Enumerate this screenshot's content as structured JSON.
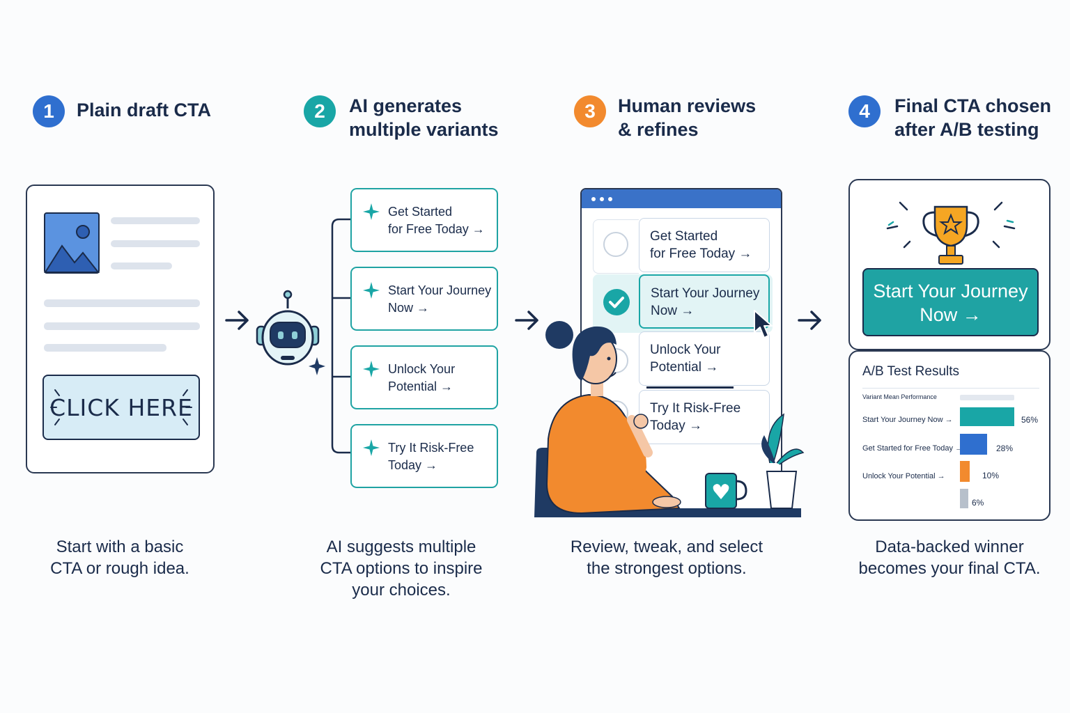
{
  "steps": [
    {
      "number": "1",
      "title": "Plain draft CTA",
      "color": "#2f6fcf",
      "caption": "Start with a basic\nCTA or rough idea."
    },
    {
      "number": "2",
      "title": "AI generates\nmultiple variants",
      "color": "#19a6a6",
      "caption": "AI suggests multiple\nCTA options to inspire\nyour choices."
    },
    {
      "number": "3",
      "title": "Human reviews\n& refines",
      "color": "#f28a2e",
      "caption": "Review, tweak, and select\nthe strongest options."
    },
    {
      "number": "4",
      "title": "Final CTA chosen\nafter A/B testing",
      "color": "#2f6fcf",
      "caption": "Data-backed winner\nbecomes your final CTA."
    }
  ],
  "draft": {
    "button_label": "CLICK HERE"
  },
  "variants": [
    {
      "label": "Get Started\nfor Free Today →"
    },
    {
      "label": "Start Your Journey\nNow →"
    },
    {
      "label": "Unlock Your\nPotential →"
    },
    {
      "label": "Try It Risk-Free\nToday →"
    }
  ],
  "review": [
    {
      "label": "Get Started\nfor Free Today →",
      "selected": false
    },
    {
      "label": "Start Your Journey\nNow →",
      "selected": true
    },
    {
      "label": "Unlock Your\nPotential →",
      "selected": false
    },
    {
      "label": "Try It Risk-Free\nToday →",
      "selected": false
    }
  ],
  "final": {
    "button_label": "Start Your Journey\nNow →"
  },
  "ab_test": {
    "title": "A/B Test Results",
    "header": "Variant    Mean Performance",
    "rows": [
      {
        "label": "Start Your Journey Now →",
        "value": 56,
        "pct": "56%",
        "color": "#19a6a6"
      },
      {
        "label": "Get Started for Free Today →",
        "value": 28,
        "pct": "28%",
        "color": "#2f6fcf"
      },
      {
        "label": "Unlock Your Potential →",
        "value": 10,
        "pct": "10%",
        "color": "#f28a2e"
      },
      {
        "label": "",
        "value": 6,
        "pct": "6%",
        "color": "#b7c0cb"
      }
    ]
  },
  "colors": {
    "navy": "#1a2b4a",
    "teal": "#19a6a6",
    "blue": "#2f6fcf",
    "orange": "#f28a2e"
  }
}
